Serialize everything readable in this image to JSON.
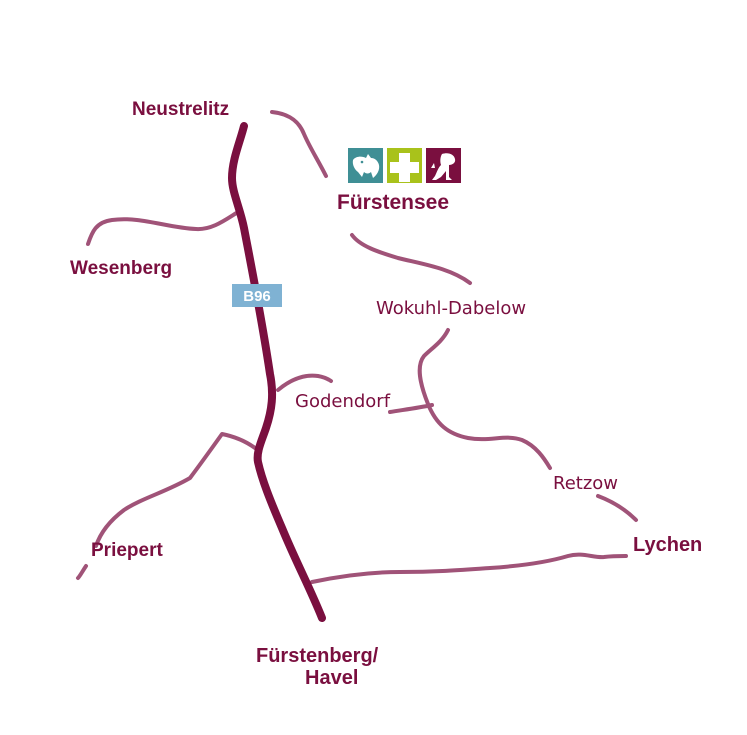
{
  "colors": {
    "main_road": "#7a0f3f",
    "minor_road": "#a05378",
    "label": "#7a0f3f",
    "shield_bg": "#7fb2d3",
    "icon_teal": "#3f8f95",
    "icon_green": "#a9c21b",
    "icon_burgundy": "#7a0f3f"
  },
  "road_shield": {
    "label": "B96"
  },
  "places": {
    "neustrelitz": "Neustrelitz",
    "fuerstensee": "Fürstensee",
    "wesenberg": "Wesenberg",
    "wokuhl_dabelow": "Wokuhl-Dabelow",
    "godendorf": "Godendorf",
    "retzow": "Retzow",
    "lychen": "Lychen",
    "priepert": "Priepert",
    "fuerstenberg_line1": "Fürstenberg/",
    "fuerstenberg_line2": "Havel"
  },
  "icons": [
    "cow-horse-icon",
    "cross-icon",
    "dog-cat-icon"
  ]
}
